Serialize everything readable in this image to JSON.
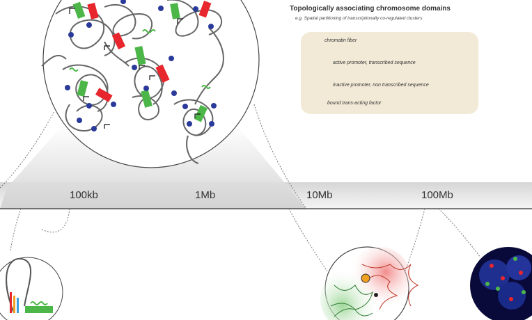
{
  "header": {
    "title": "Topologically associating chromosome domains",
    "subtitle": "e.g. Spatial partitioning of transcriptionally co-regulated clusters"
  },
  "legend": {
    "fiber": "chromatin fiber",
    "active": "active promoter, transcribed sequence",
    "inactive": "inactive promoter, non transcribed sequence",
    "factor": "bound trans-acting factor"
  },
  "scale": {
    "s100kb": "100kb",
    "s1mb": "1Mb",
    "s10mb": "10Mb",
    "s100mb": "100Mb"
  },
  "colors": {
    "active": "#4cb748",
    "inactive": "#e8262d",
    "factor": "#2a3a9a",
    "fiber": "#555555",
    "legend_bg": "#f2ead7",
    "nucleus": "#0a0a3a"
  }
}
